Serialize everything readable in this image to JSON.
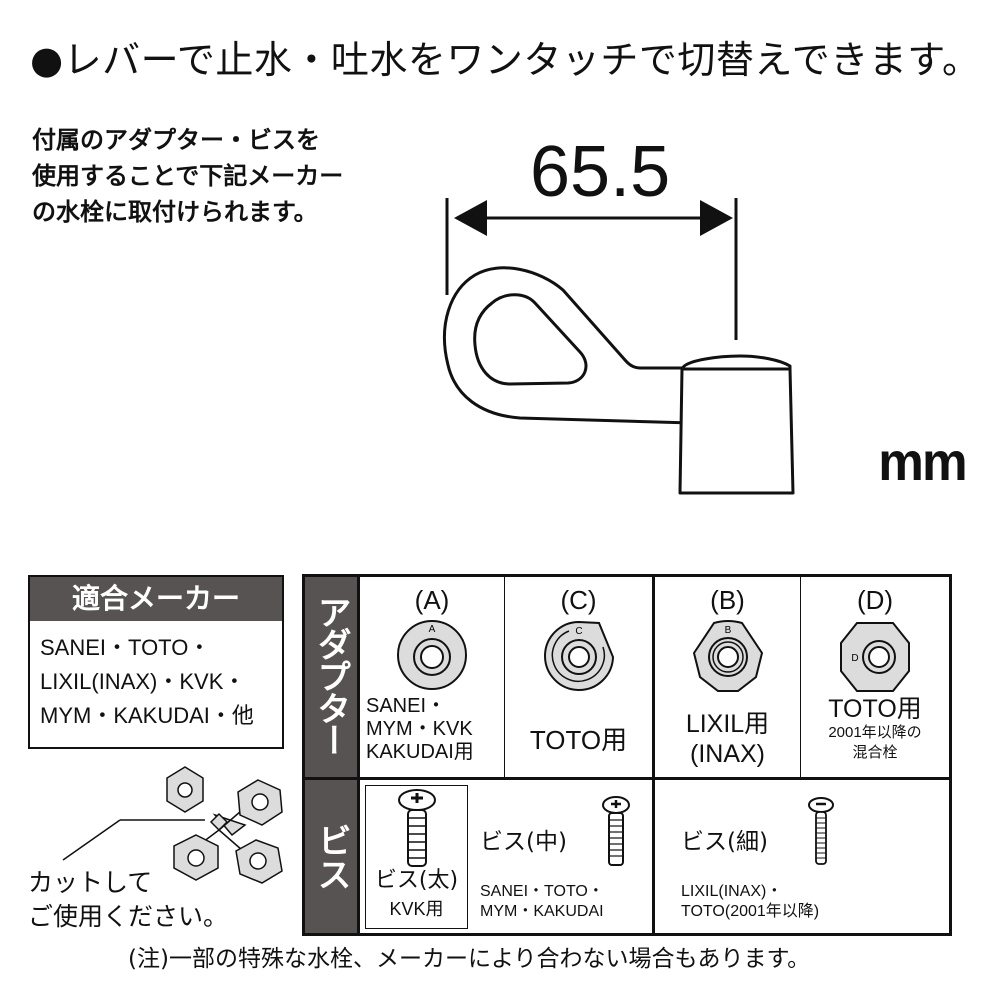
{
  "headline": "●レバーで止水・吐水をワンタッチで切替えできます。",
  "intro": {
    "lines": [
      "付属のアダプター・ビスを",
      "使用することで下記メーカー",
      "の水栓に取付けられます。"
    ]
  },
  "dimension": {
    "value": "65.5",
    "unit": "mm"
  },
  "makers": {
    "title": "適合メーカー",
    "lines": [
      "SANEI・TOTO・",
      "LIXIL(INAX)・KVK・",
      "MYM・KAKUDAI・他"
    ]
  },
  "cut_instruction": {
    "lines": [
      "カットして",
      "ご使用ください。"
    ]
  },
  "table": {
    "adapter_header": "アダプター",
    "screw_header": "ビス",
    "adapters": [
      {
        "code": "(A)",
        "mark": "A",
        "usage_lines": [
          "SANEI・",
          "MYM・KVK",
          "KAKUDAI用"
        ]
      },
      {
        "code": "(C)",
        "mark": "C",
        "usage_lines": [
          "TOTO用"
        ]
      },
      {
        "code": "(B)",
        "mark": "B",
        "usage_lines": [
          "LIXIL用",
          "(INAX)"
        ]
      },
      {
        "code": "(D)",
        "mark": "D",
        "usage_lines": [
          "TOTO用",
          "2001年以降の",
          "混合栓"
        ]
      }
    ],
    "screws": [
      {
        "name": "ビス(太)",
        "usage_lines": [
          "KVK用"
        ]
      },
      {
        "name": "ビス(中)",
        "usage_lines": [
          "SANEI・TOTO・",
          "MYM・KAKUDAI"
        ]
      },
      {
        "name": "ビス(細)",
        "usage_lines": [
          "LIXIL(INAX)・",
          "TOTO(2001年以降)"
        ]
      }
    ]
  },
  "footnote": "(注)一部の特殊な水栓、メーカーにより合わない場合もあります。",
  "colors": {
    "header_bg": "#585353",
    "part_fill": "#dcdcdc",
    "ink": "#111111"
  }
}
